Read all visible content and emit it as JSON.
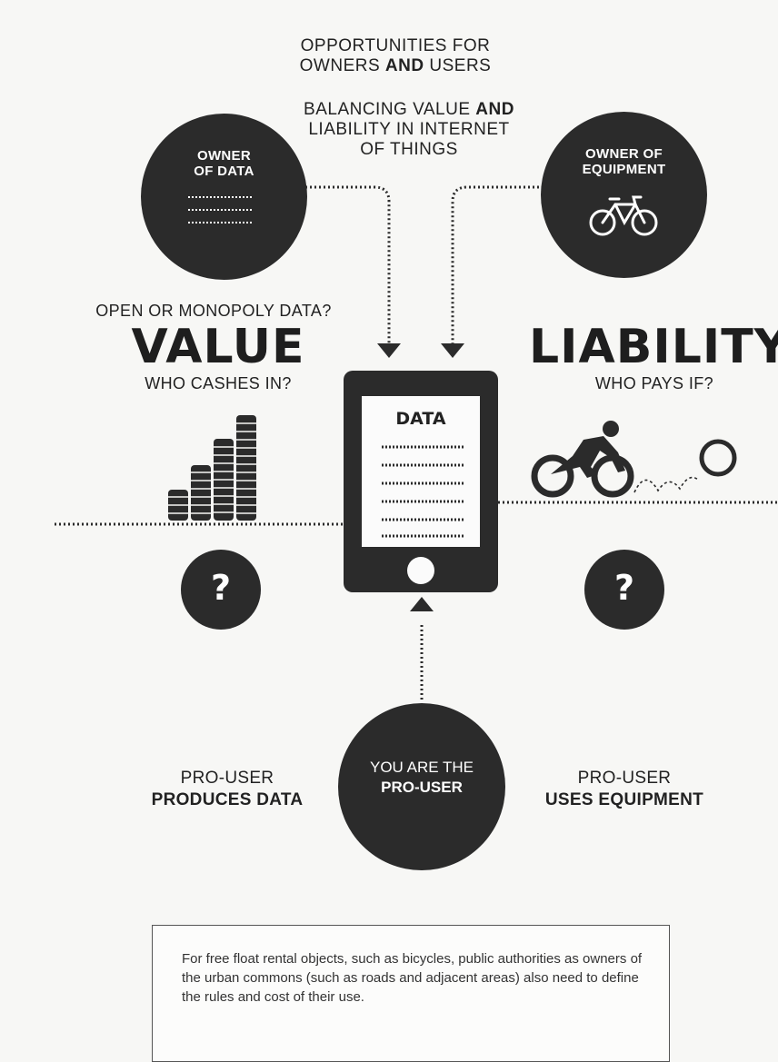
{
  "header": {
    "line1": "OPPORTUNITIES FOR",
    "line2_pre": "OWNERS ",
    "line2_bold": "AND",
    "line2_post": " USERS",
    "balance_pre": "BALANCING VALUE ",
    "balance_bold": "AND",
    "balance_line2": "LIABILITY IN INTERNET",
    "balance_line3": "OF THINGS"
  },
  "owner_data": {
    "line1": "OWNER",
    "line2": "OF DATA"
  },
  "owner_equipment": {
    "line1": "OWNER OF",
    "line2": "EQUIPMENT",
    "icon": "bicycle-icon"
  },
  "value": {
    "question": "OPEN OR MONOPOLY DATA?",
    "title": "VALUE",
    "subtitle": "WHO CASHES IN?",
    "icon": "coin-stacks-icon"
  },
  "liability": {
    "title": "LIABILITY",
    "subtitle": "WHO PAYS IF?",
    "icon": "cyclist-icon"
  },
  "phone": {
    "screen_title": "DATA"
  },
  "question_marks": {
    "left": "?",
    "right": "?"
  },
  "pro_user": {
    "left_line1": "PRO-USER",
    "left_line2": "PRODUCES DATA",
    "center_line1": "YOU ARE THE",
    "center_line2": "PRO-USER",
    "right_line1": "PRO-USER",
    "right_line2": "USES EQUIPMENT"
  },
  "note": {
    "text": "For free float rental objects, such as bicycles, public authorities as owners of the urban commons (such as roads and adjacent areas) also need to define the rules and cost of their use."
  },
  "colors": {
    "dark": "#2b2b2b",
    "background": "#f7f7f5"
  }
}
